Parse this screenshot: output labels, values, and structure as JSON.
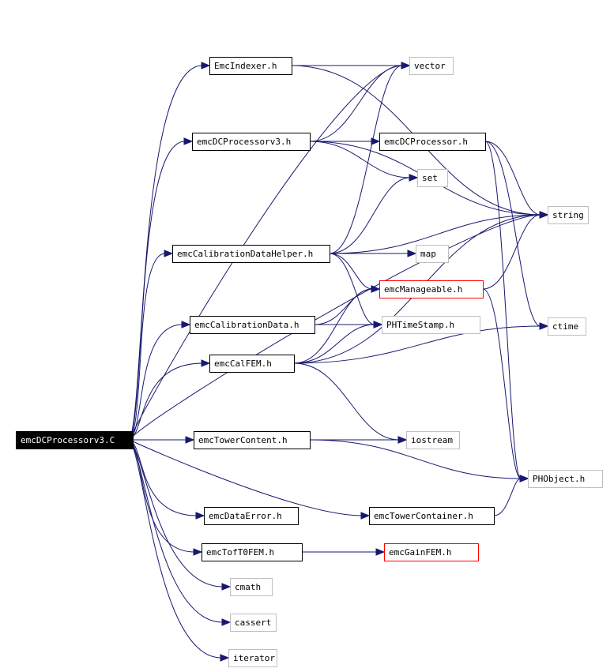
{
  "graph": {
    "nodes": [
      {
        "id": "root",
        "label": "emcDCProcessorv3.C",
        "kind": "root"
      },
      {
        "id": "emcindexer",
        "label": "EmcIndexer.h",
        "kind": "internal"
      },
      {
        "id": "vector",
        "label": "vector",
        "kind": "external"
      },
      {
        "id": "dcproc3h",
        "label": "emcDCProcessorv3.h",
        "kind": "internal"
      },
      {
        "id": "dcproch",
        "label": "emcDCProcessor.h",
        "kind": "internal"
      },
      {
        "id": "set",
        "label": "set",
        "kind": "external"
      },
      {
        "id": "string",
        "label": "string",
        "kind": "external"
      },
      {
        "id": "calhelper",
        "label": "emcCalibrationDataHelper.h",
        "kind": "internal"
      },
      {
        "id": "map",
        "label": "map",
        "kind": "external"
      },
      {
        "id": "manageable",
        "label": "emcManageable.h",
        "kind": "undocumented"
      },
      {
        "id": "caldata",
        "label": "emcCalibrationData.h",
        "kind": "internal"
      },
      {
        "id": "phtime",
        "label": "PHTimeStamp.h",
        "kind": "external"
      },
      {
        "id": "ctime",
        "label": "ctime",
        "kind": "external"
      },
      {
        "id": "calfem",
        "label": "emcCalFEM.h",
        "kind": "internal"
      },
      {
        "id": "iostream",
        "label": "iostream",
        "kind": "external"
      },
      {
        "id": "towercontent",
        "label": "emcTowerContent.h",
        "kind": "internal"
      },
      {
        "id": "phobject",
        "label": "PHObject.h",
        "kind": "external"
      },
      {
        "id": "towercontainer",
        "label": "emcTowerContainer.h",
        "kind": "internal"
      },
      {
        "id": "dataerror",
        "label": "emcDataError.h",
        "kind": "internal"
      },
      {
        "id": "toft0",
        "label": "emcTofT0FEM.h",
        "kind": "internal"
      },
      {
        "id": "gainfem",
        "label": "emcGainFEM.h",
        "kind": "undocumented"
      },
      {
        "id": "cmath",
        "label": "cmath",
        "kind": "external"
      },
      {
        "id": "cassert",
        "label": "cassert",
        "kind": "external"
      },
      {
        "id": "iterator",
        "label": "iterator",
        "kind": "external"
      }
    ],
    "edges": [
      [
        "root",
        "emcindexer"
      ],
      [
        "root",
        "dcproc3h"
      ],
      [
        "root",
        "calhelper"
      ],
      [
        "root",
        "caldata"
      ],
      [
        "root",
        "calfem"
      ],
      [
        "root",
        "towercontent"
      ],
      [
        "root",
        "towercontainer"
      ],
      [
        "root",
        "dataerror"
      ],
      [
        "root",
        "toft0"
      ],
      [
        "root",
        "cmath"
      ],
      [
        "root",
        "cassert"
      ],
      [
        "root",
        "iterator"
      ],
      [
        "root",
        "iostream"
      ],
      [
        "root",
        "string"
      ],
      [
        "root",
        "vector"
      ],
      [
        "emcindexer",
        "vector"
      ],
      [
        "emcindexer",
        "string"
      ],
      [
        "dcproc3h",
        "dcproch"
      ],
      [
        "dcproc3h",
        "set"
      ],
      [
        "dcproc3h",
        "vector"
      ],
      [
        "dcproc3h",
        "string"
      ],
      [
        "dcproch",
        "string"
      ],
      [
        "dcproch",
        "ctime"
      ],
      [
        "dcproch",
        "phobject"
      ],
      [
        "calhelper",
        "map"
      ],
      [
        "calhelper",
        "manageable"
      ],
      [
        "calhelper",
        "phtime"
      ],
      [
        "calhelper",
        "string"
      ],
      [
        "calhelper",
        "set"
      ],
      [
        "calhelper",
        "vector"
      ],
      [
        "manageable",
        "string"
      ],
      [
        "manageable",
        "phobject"
      ],
      [
        "caldata",
        "manageable"
      ],
      [
        "caldata",
        "phtime"
      ],
      [
        "calfem",
        "manageable"
      ],
      [
        "calfem",
        "phtime"
      ],
      [
        "calfem",
        "string"
      ],
      [
        "calfem",
        "ctime"
      ],
      [
        "calfem",
        "iostream"
      ],
      [
        "towercontent",
        "iostream"
      ],
      [
        "towercontent",
        "phobject"
      ],
      [
        "towercontainer",
        "phobject"
      ],
      [
        "toft0",
        "gainfem"
      ]
    ]
  }
}
